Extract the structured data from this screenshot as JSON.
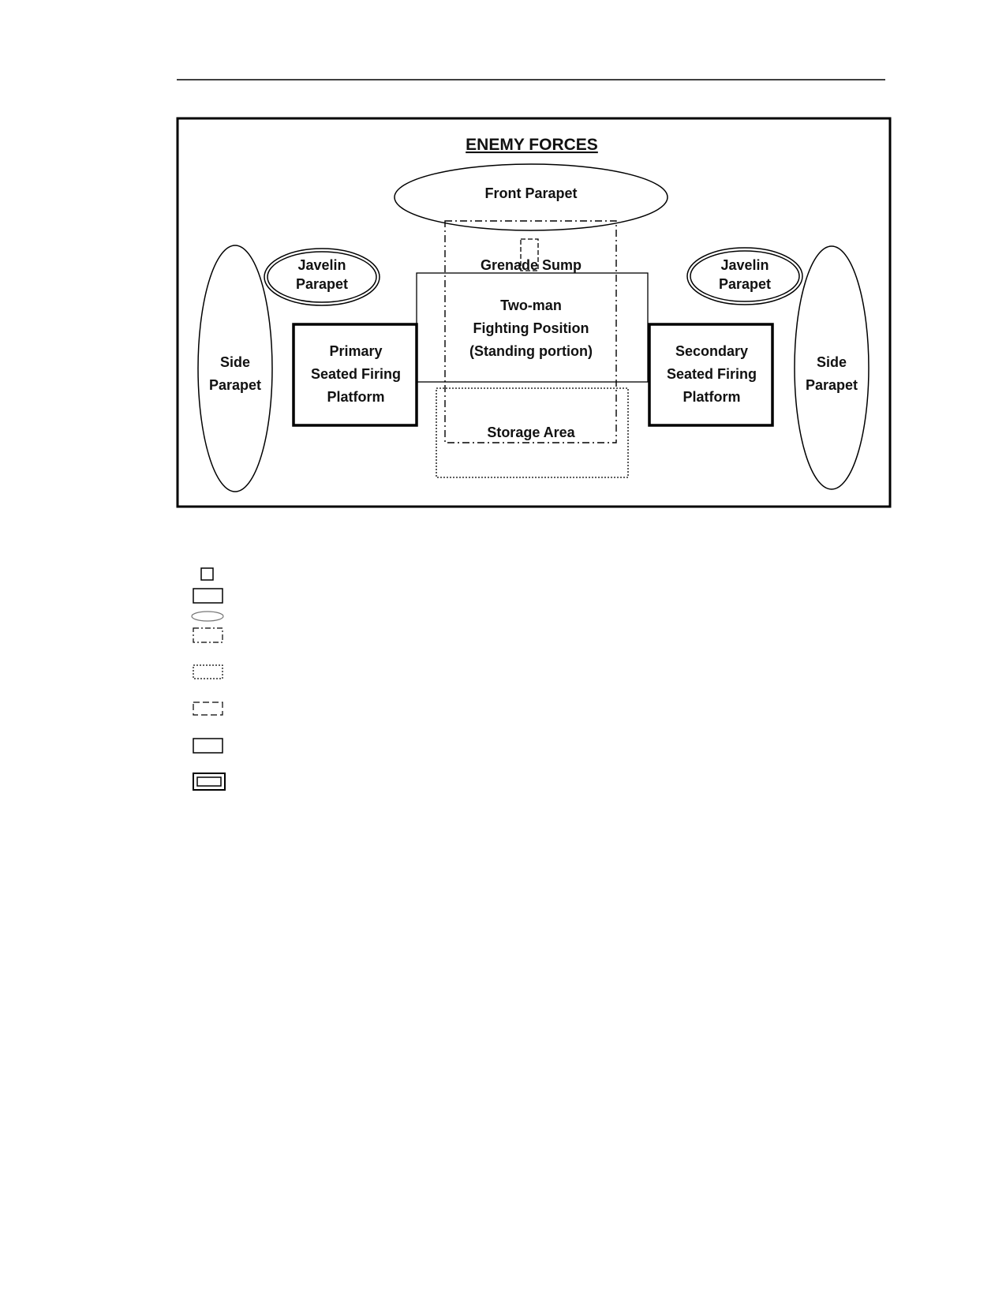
{
  "diagram": {
    "title": "ENEMY FORCES",
    "front_parapet": "Front Parapet",
    "javelin_parapet_left": [
      "Javelin",
      "Parapet"
    ],
    "javelin_parapet_right": [
      "Javelin",
      "Parapet"
    ],
    "side_parapet_left": [
      "Side",
      "Parapet"
    ],
    "side_parapet_right": [
      "Side",
      "Parapet"
    ],
    "grenade_sump": "Grenade Sump",
    "fighting_position": [
      "Two-man",
      "Fighting Position",
      "(Standing portion)"
    ],
    "primary_platform": [
      "Primary",
      "Seated Firing",
      "Platform"
    ],
    "secondary_platform": [
      "Secondary",
      "Seated Firing",
      "Platform"
    ],
    "storage_area": "Storage Area"
  },
  "legend": {
    "items": [
      {
        "symbol": "small-square-symbol"
      },
      {
        "symbol": "solid-rectangle-symbol"
      },
      {
        "symbol": "gray-ellipse-symbol"
      },
      {
        "symbol": "dash-dot-rectangle-symbol"
      },
      {
        "symbol": "dotted-rectangle-symbol"
      },
      {
        "symbol": "dashed-rectangle-symbol"
      },
      {
        "symbol": "plain-rectangle-symbol"
      },
      {
        "symbol": "double-rectangle-symbol"
      }
    ]
  }
}
